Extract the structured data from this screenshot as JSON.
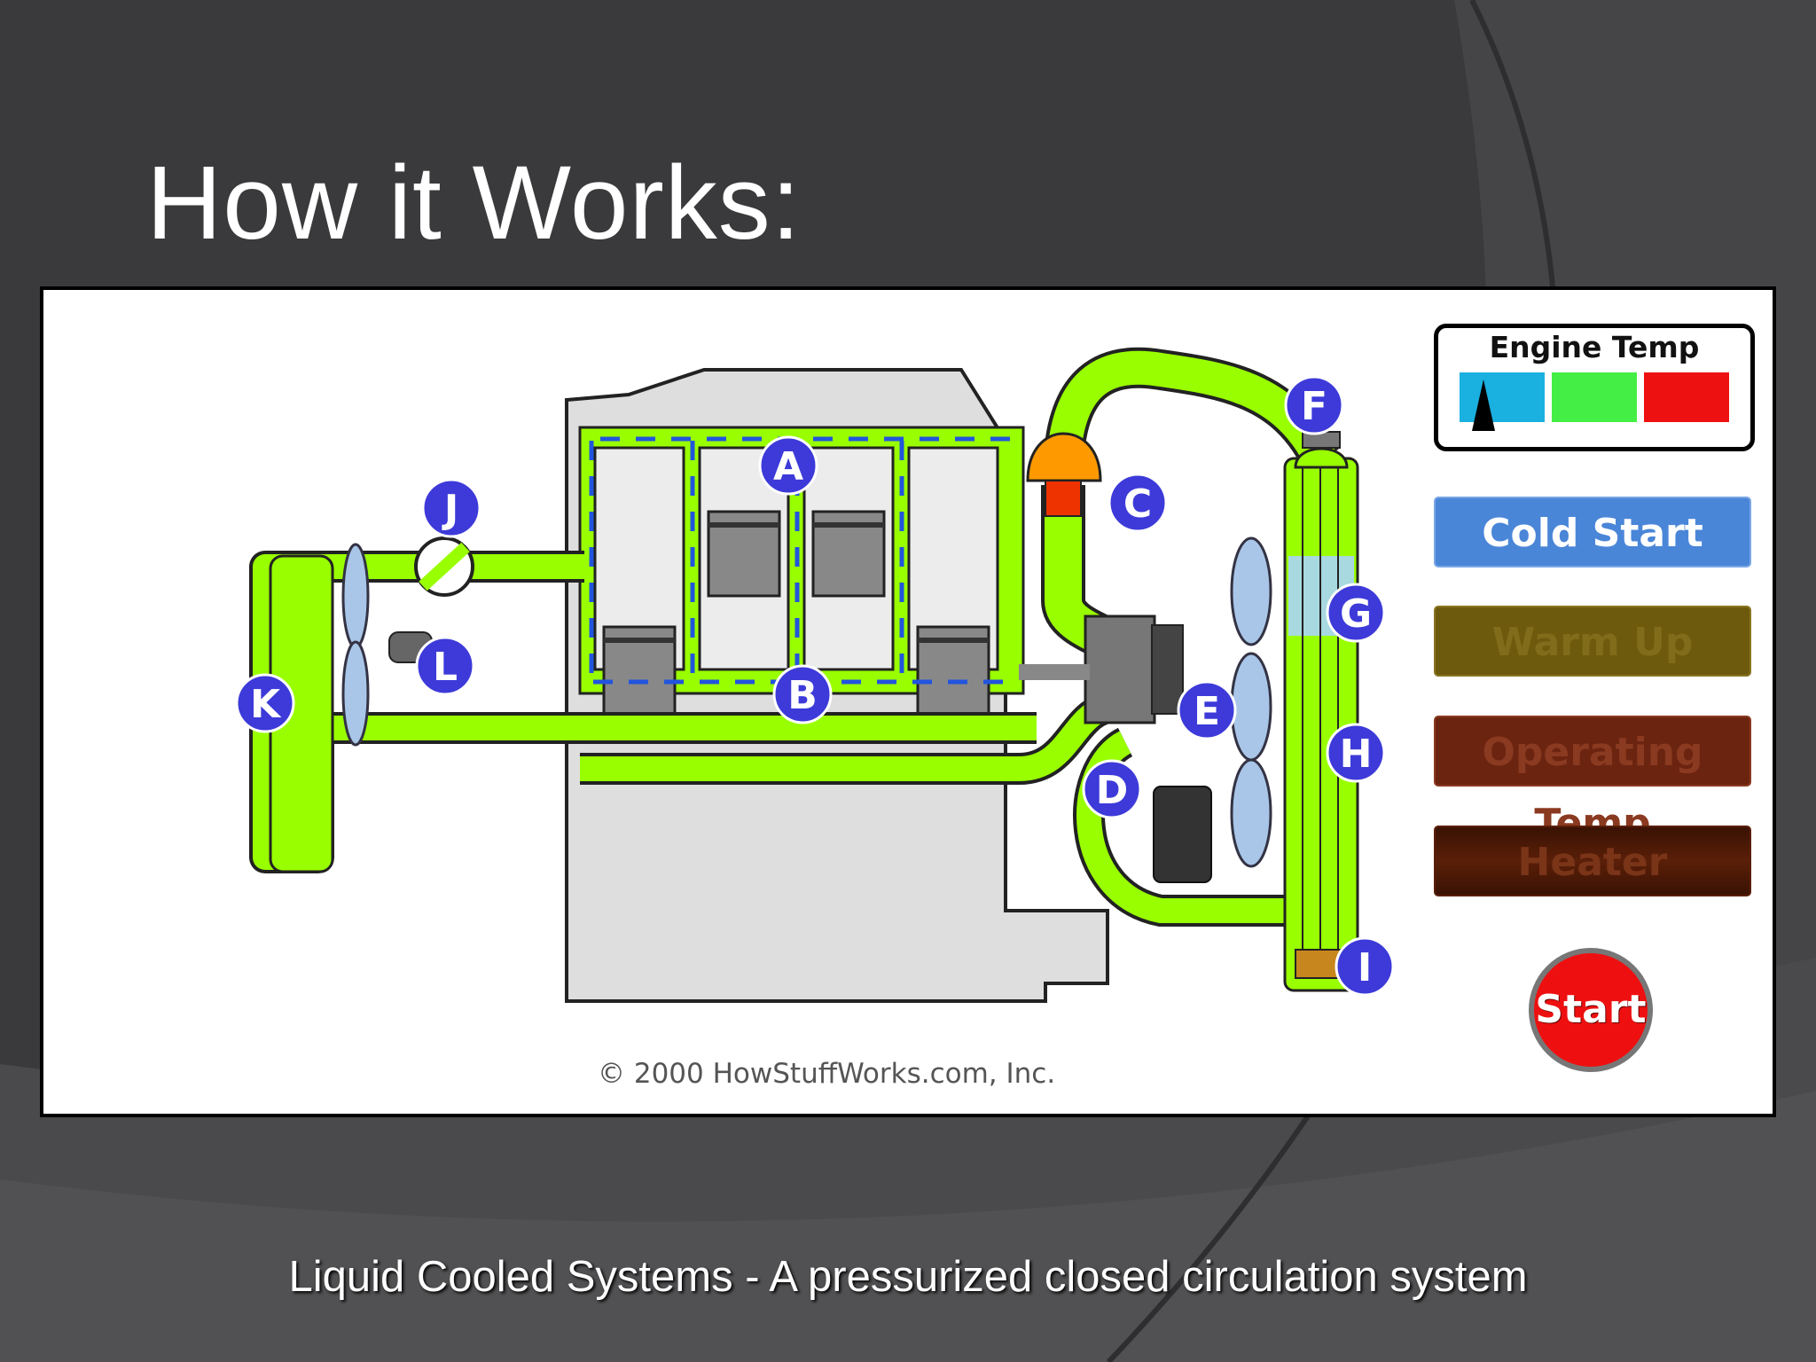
{
  "slide": {
    "title": "How it Works:",
    "caption": "Liquid Cooled Systems - A pressurized closed circulation system"
  },
  "diagram": {
    "copyright": "© 2000 HowStuffWorks.com, Inc.",
    "markers": [
      "A",
      "B",
      "C",
      "D",
      "E",
      "F",
      "G",
      "H",
      "I",
      "J",
      "K",
      "L"
    ],
    "colors": {
      "coolant": "#99ff00",
      "flow_arrow": "#2255dd",
      "marker_fill": "#3d3ad9",
      "engine_block": "#dedede"
    }
  },
  "controls": {
    "engine_temp": {
      "title": "Engine Temp",
      "segments": [
        "#1ab0e0",
        "#44ee44",
        "#ee1111"
      ]
    },
    "buttons": {
      "cold_start": "Cold Start",
      "warm_up": "Warm Up",
      "operating_temp": "Operating Temp",
      "heater": "Heater"
    },
    "start": "Start"
  }
}
